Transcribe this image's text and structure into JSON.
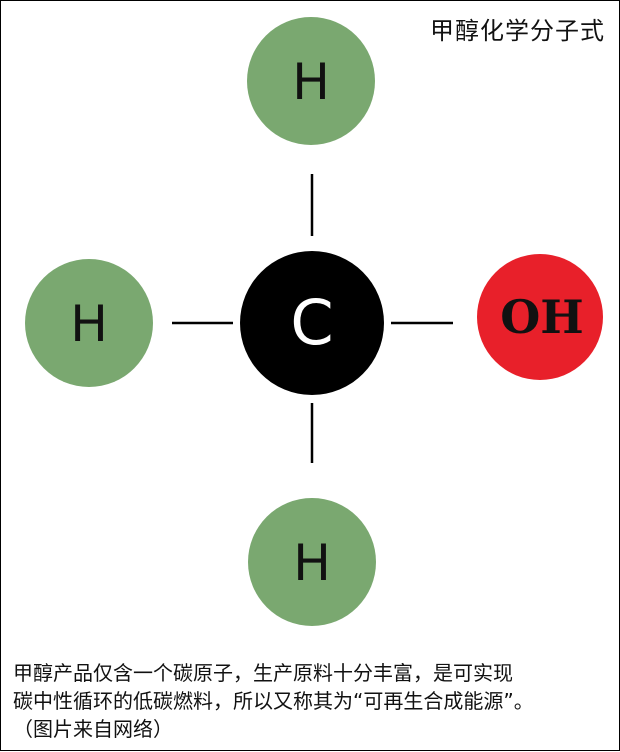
{
  "title": "甲醇化学分子式",
  "atoms": {
    "h_top": "H",
    "h_left": "H",
    "h_bottom": "H",
    "carbon": "C",
    "hydroxyl": "OH"
  },
  "colors": {
    "hydrogen": "#7aa870",
    "carbon": "#000000",
    "hydroxyl": "#e8202a",
    "bond": "#000000"
  },
  "caption": {
    "line1": "甲醇产品仅含一个碳原子，生产原料十分丰富，是可实现",
    "line2": "碳中性循环的低碳燃料，所以又称其为“可再生合成能源”。",
    "line3": "（图片来自网络）"
  }
}
